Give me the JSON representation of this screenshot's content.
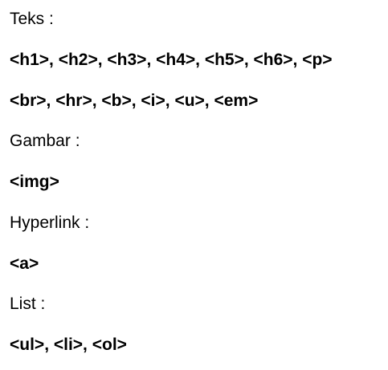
{
  "sections": [
    {
      "heading": "Teks :",
      "tag_lines": [
        "<h1>, <h2>, <h3>, <h4>, <h5>, <h6>, <p>",
        "<br>, <hr>, <b>, <i>, <u>, <em>"
      ]
    },
    {
      "heading": "Gambar :",
      "tag_lines": [
        "<img>"
      ]
    },
    {
      "heading": "Hyperlink :",
      "tag_lines": [
        "<a>"
      ]
    },
    {
      "heading": "List :",
      "tag_lines": [
        "<ul>, <li>, <ol>"
      ]
    }
  ]
}
